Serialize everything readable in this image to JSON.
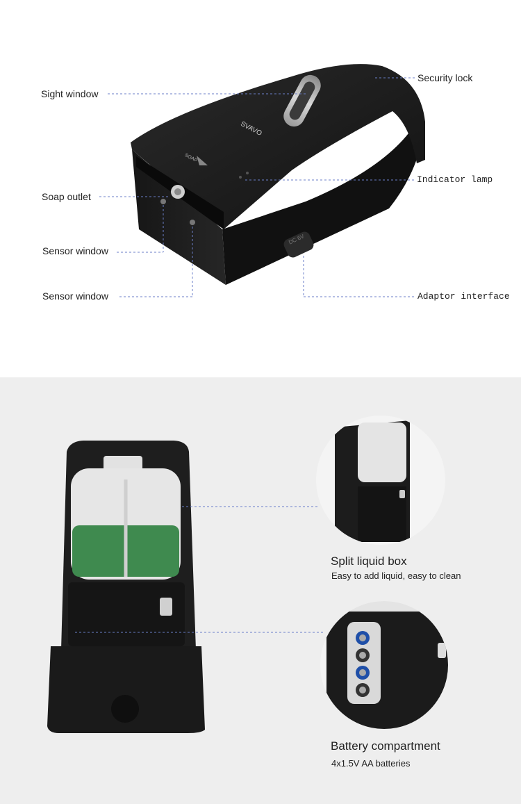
{
  "callouts": {
    "sight_window": "Sight window",
    "security_lock": "Security lock",
    "indicator_lamp": "Indicator lamp",
    "soap_outlet": "Soap outlet",
    "sensor_window_1": "Sensor window",
    "sensor_window_2": "Sensor window",
    "adaptor_interface": "Adaptor interface"
  },
  "product": {
    "brand": "SVAVO",
    "soap_text": "SOAP",
    "dc_text": "DC 6V"
  },
  "features": {
    "liquid_box": {
      "title": "Split liquid box",
      "subtitle": "Easy to add liquid, easy to clean"
    },
    "battery": {
      "title": "Battery compartment",
      "subtitle": "4x1.5V AA batteries"
    }
  },
  "colors": {
    "leader_line": "#6b7fc9",
    "device_body": "#1c1c1c",
    "liquid": "#3f8a4f",
    "bottom_bg": "#eeeeee"
  }
}
